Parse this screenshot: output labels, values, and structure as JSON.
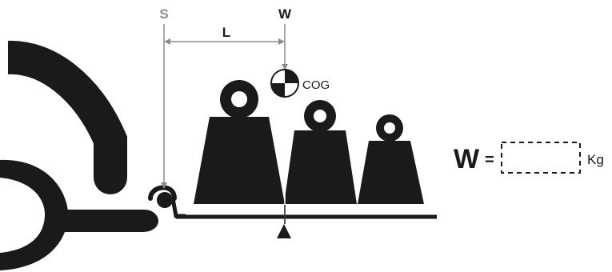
{
  "labels": {
    "support": "S",
    "weight_top": "W",
    "distance": "L",
    "cog": "COG",
    "weight_eq": "W",
    "equals": "=",
    "unit": "Kg"
  },
  "colors": {
    "ink": "#1a1a1a",
    "guide": "#8c8c8c",
    "background": "#ffffff"
  },
  "icons": [
    "crane-arm",
    "hook-clamp",
    "pivot-hook",
    "weight-large",
    "weight-medium",
    "weight-small",
    "cog-symbol",
    "fulcrum-triangle"
  ]
}
